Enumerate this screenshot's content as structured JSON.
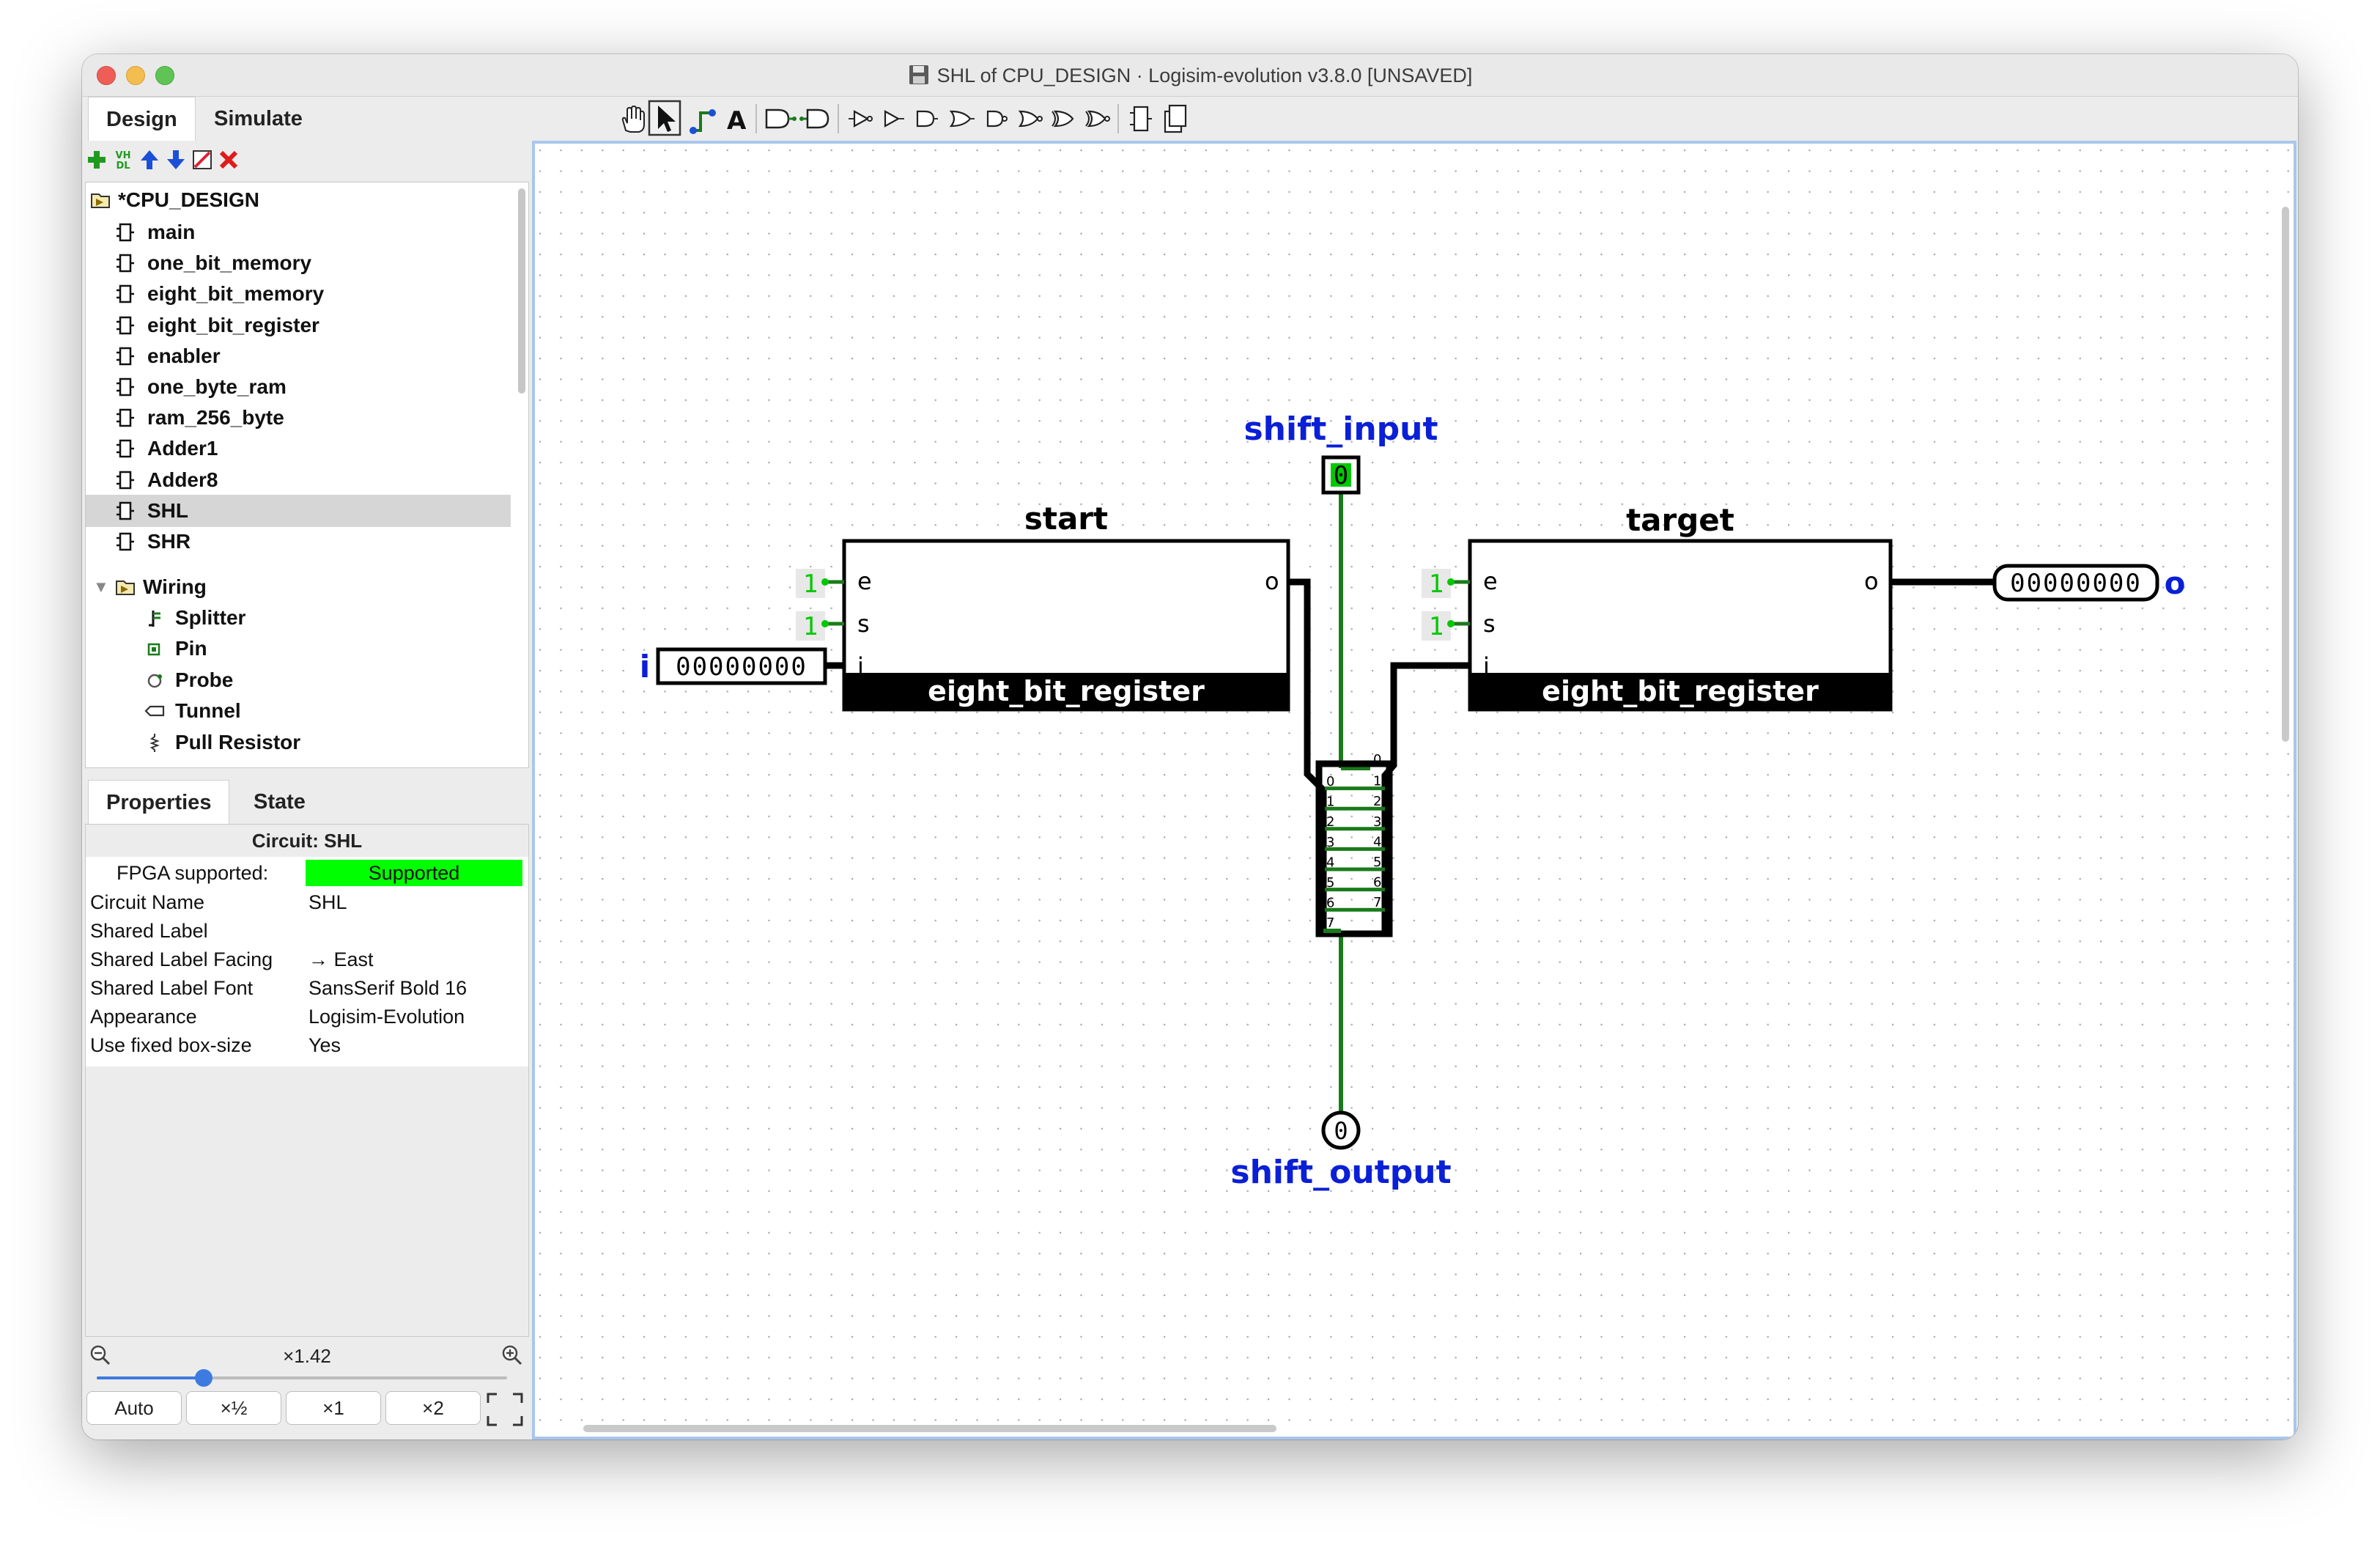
{
  "window": {
    "title": "SHL of CPU_DESIGN · Logisim-evolution v3.8.0 [UNSAVED]"
  },
  "left_tabs": [
    "Design",
    "Simulate"
  ],
  "tree": {
    "root": "*CPU_DESIGN",
    "circuits": [
      "main",
      "one_bit_memory",
      "eight_bit_memory",
      "eight_bit_register",
      "enabler",
      "one_byte_ram",
      "ram_256_byte",
      "Adder1",
      "Adder8",
      "SHL",
      "SHR"
    ],
    "selected": "SHL",
    "group": "Wiring",
    "wiring_items": [
      "Splitter",
      "Pin",
      "Probe",
      "Tunnel",
      "Pull Resistor"
    ]
  },
  "props_tabs": [
    "Properties",
    "State"
  ],
  "properties": {
    "header": "Circuit: SHL",
    "rows": [
      {
        "key": "FPGA supported:",
        "value": "Supported"
      },
      {
        "key": "Circuit Name",
        "value": "SHL"
      },
      {
        "key": "Shared Label",
        "value": ""
      },
      {
        "key": "Shared Label Facing",
        "value": "→ East"
      },
      {
        "key": "Shared Label Font",
        "value": "SansSerif Bold 16"
      },
      {
        "key": "Appearance",
        "value": "Logisim-Evolution"
      },
      {
        "key": "Use fixed box-size",
        "value": "Yes"
      }
    ],
    "fpga_color": "#00ff00"
  },
  "zoom": {
    "label": "×1.42",
    "level": 0.26,
    "buttons": [
      "Auto",
      "×½",
      "×1",
      "×2"
    ]
  },
  "toolbar_icons": [
    "hand-icon",
    "select-arrow-icon",
    "wire-icon",
    "text-tool-icon",
    "input-pin-icon",
    "output-pin-icon",
    "not-gate-icon",
    "buffer-icon",
    "and-gate-icon",
    "or-gate-icon",
    "nand-gate-icon",
    "nor-gate-icon",
    "xor-gate-icon",
    "xnor-gate-icon",
    "component-icon",
    "subcircuit-icon"
  ],
  "circuit": {
    "start_label": "start",
    "target_label": "target",
    "register_name": "eight_bit_register",
    "port_e": "e",
    "port_s": "s",
    "port_i": "i",
    "port_o": "o",
    "const_one": "1",
    "input_pin_label": "i",
    "input_pin_value": "00000000",
    "output_pin_label": "o",
    "output_pin_value": "00000000",
    "shift_input_label": "shift_input",
    "shift_input_value": "0",
    "shift_output_label": "shift_output",
    "shift_output_value": "0",
    "splitter_left": [
      "0",
      "1",
      "2",
      "3",
      "4",
      "5",
      "6",
      "7"
    ],
    "splitter_right": [
      "0",
      "1",
      "2",
      "3",
      "4",
      "5",
      "6",
      "7"
    ],
    "colors": {
      "wire_on": "#1a7a1a",
      "bus": "#000000",
      "label_blue": "#0a1fd6",
      "const_green": "#00c800"
    }
  }
}
